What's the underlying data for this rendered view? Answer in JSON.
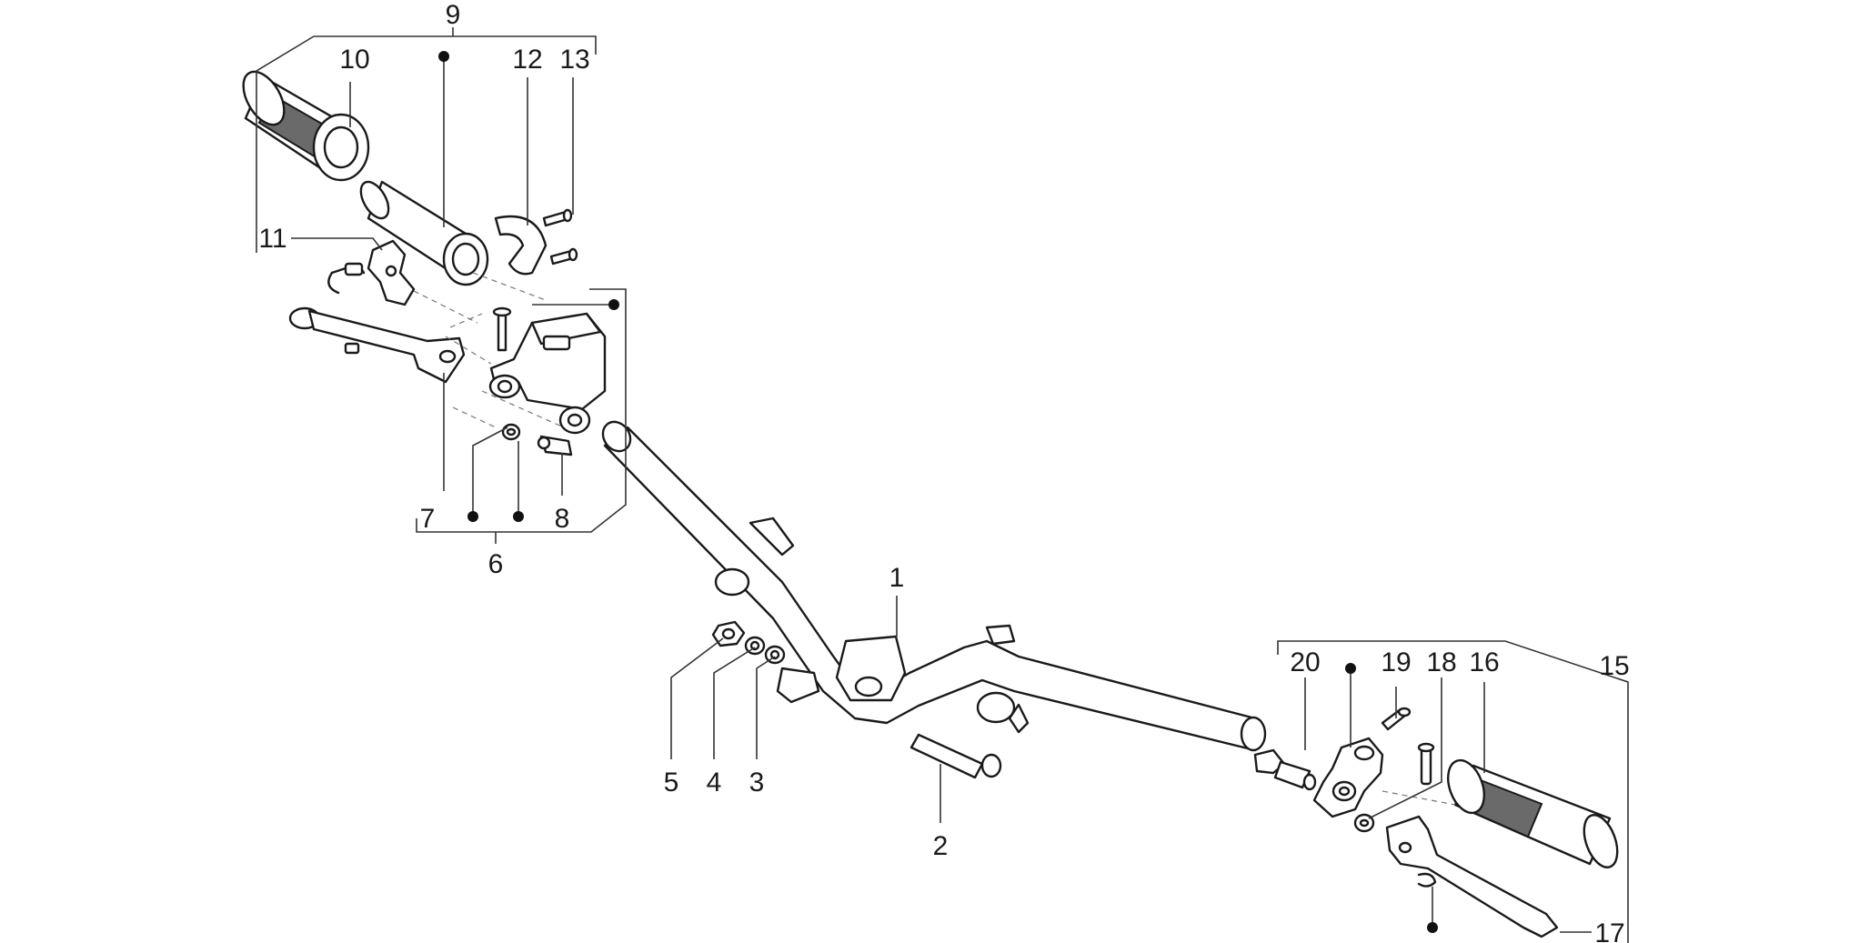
{
  "colors": {
    "line": "#1a1a1a",
    "grip_texture": "#6a6a6a",
    "background": "#ffffff"
  },
  "callouts": {
    "c1": "1",
    "c2": "2",
    "c3": "3",
    "c4": "4",
    "c5": "5",
    "c6": "6",
    "c7": "7",
    "c8": "8",
    "c9": "9",
    "c10": "10",
    "c11": "11",
    "c12": "12",
    "c13": "13",
    "c15": "15",
    "c16": "16",
    "c17": "17",
    "c18": "18",
    "c19": "19",
    "c20": "20"
  },
  "markers": [
    "bullet-dot-icon"
  ]
}
